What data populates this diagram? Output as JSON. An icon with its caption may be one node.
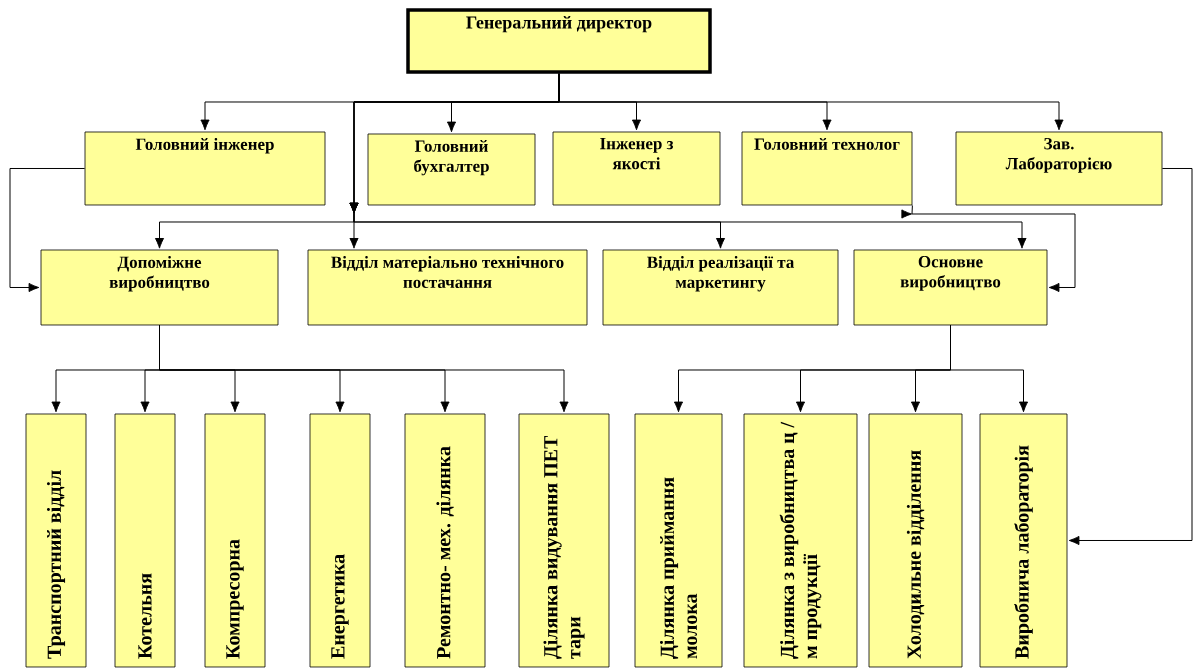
{
  "diagram": {
    "nodes": [
      {
        "text": [
          "Генеральний директор"
        ]
      },
      {
        "text": [
          "Головний інженер"
        ]
      },
      {
        "text": [
          "Головний бухгалтер"
        ]
      },
      {
        "text": [
          "Інженер з якості"
        ]
      },
      {
        "text": [
          "Головний технолог"
        ]
      },
      {
        "text": [
          "Зав. Лабораторією"
        ]
      },
      {
        "text": [
          "Допоміжне виробництво"
        ]
      },
      {
        "text": [
          "Відділ матеріально технічного постачання"
        ]
      },
      {
        "text": [
          "Відділ реалізації та маркетингу"
        ]
      },
      {
        "text": [
          "Основне виробництво"
        ]
      },
      {
        "text": [
          "Транспортний відділ"
        ]
      },
      {
        "text": [
          "Котельня"
        ]
      },
      {
        "text": [
          "Компресорна"
        ]
      },
      {
        "text": [
          "Енергетика"
        ]
      },
      {
        "text": [
          "Ремонтно- мех. ділянка"
        ]
      },
      {
        "text": [
          "Ділянка видування ПЕТ тари"
        ]
      },
      {
        "text": [
          "Ділянка приймання молока"
        ]
      },
      {
        "text": [
          "Ділянка з виробництва ц / м продукції"
        ]
      },
      {
        "text": [
          "Холодильне відділення"
        ]
      },
      {
        "text": [
          "Виробнича лабораторія"
        ]
      }
    ],
    "edges": [
      {
        "from": 0,
        "to": 1,
        "arrow": "to"
      },
      {
        "from": 0,
        "to": 2,
        "arrow": "to"
      },
      {
        "from": 0,
        "to": 3,
        "arrow": "to"
      },
      {
        "from": 0,
        "to": 4,
        "arrow": "to"
      },
      {
        "from": 0,
        "to": 5,
        "arrow": "to"
      },
      {
        "from": 0,
        "to": 6,
        "arrow": "to"
      },
      {
        "from": 0,
        "to": 7,
        "arrow": "to"
      },
      {
        "from": 0,
        "to": 8,
        "arrow": "to"
      },
      {
        "from": 0,
        "to": 9,
        "arrow": "to"
      },
      {
        "from": 1,
        "to": 6,
        "arrow": "to"
      },
      {
        "from": 4,
        "to": 9,
        "arrow": "to"
      },
      {
        "from": 5,
        "to": 19,
        "arrow": "to"
      },
      {
        "from": 6,
        "to": 10,
        "arrow": "to"
      },
      {
        "from": 6,
        "to": 11,
        "arrow": "to"
      },
      {
        "from": 6,
        "to": 12,
        "arrow": "to"
      },
      {
        "from": 6,
        "to": 13,
        "arrow": "to"
      },
      {
        "from": 6,
        "to": 14,
        "arrow": "to"
      },
      {
        "from": 6,
        "to": 15,
        "arrow": "to"
      },
      {
        "from": 9,
        "to": 16,
        "arrow": "to"
      },
      {
        "from": 9,
        "to": 17,
        "arrow": "to"
      },
      {
        "from": 9,
        "to": 18,
        "arrow": "to"
      },
      {
        "from": 9,
        "to": 19,
        "arrow": "to"
      }
    ]
  }
}
